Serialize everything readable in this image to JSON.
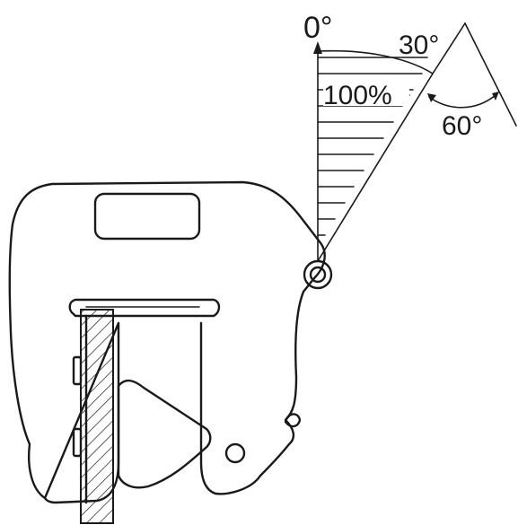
{
  "diagram": {
    "labels": {
      "angle_zero": "0°",
      "angle_max": "30°",
      "capacity": "100%",
      "clearance_angle": "60°"
    },
    "colors": {
      "ink": "#1a1a1a",
      "background": "#ffffff"
    }
  }
}
